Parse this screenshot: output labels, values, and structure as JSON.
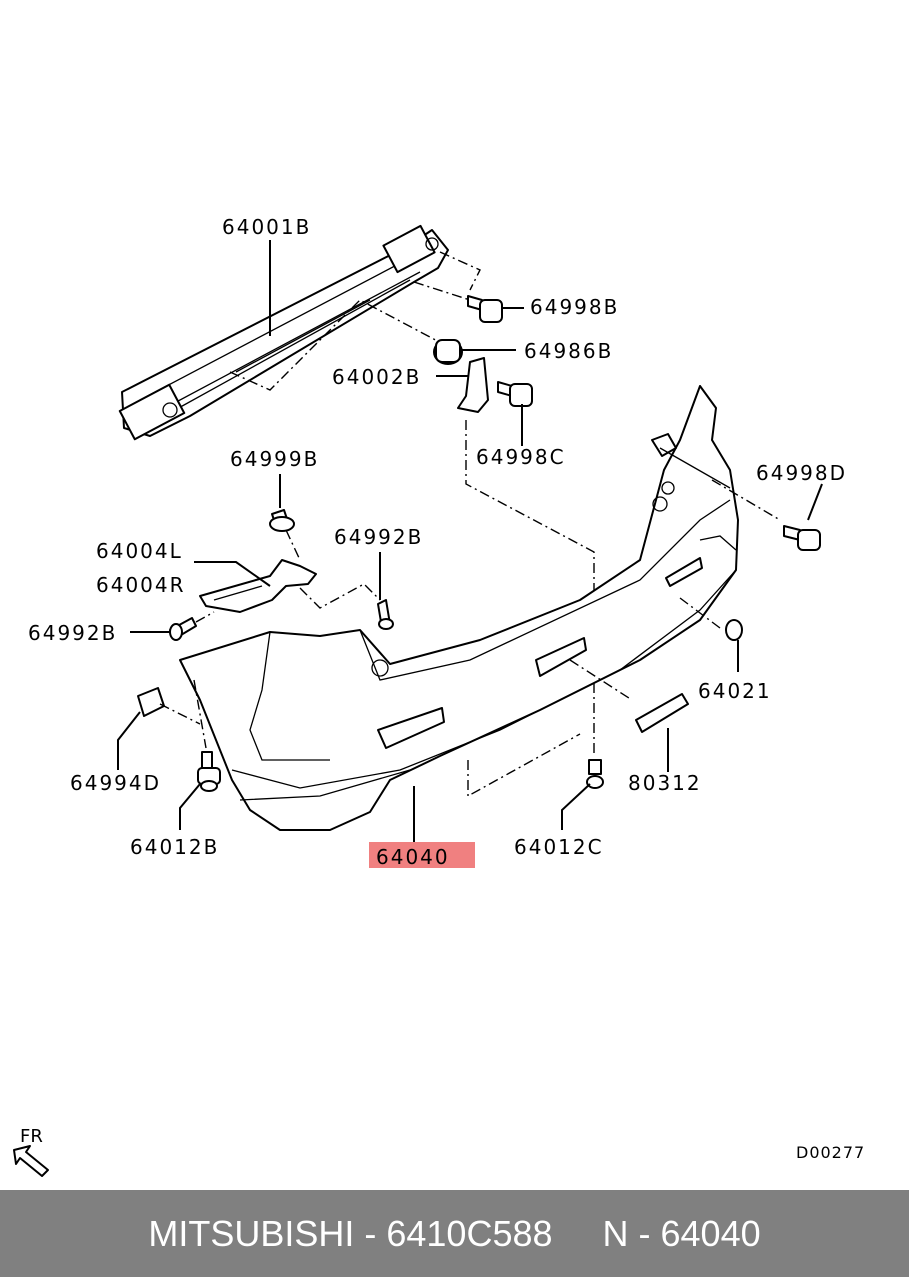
{
  "diagram": {
    "labels": {
      "p64001B": "64001B",
      "p64998B": "64998B",
      "p64986B": "64986B",
      "p64002B": "64002B",
      "p64998C": "64998C",
      "p64999B": "64999B",
      "p64998D": "64998D",
      "p64004L": "64004L",
      "p64004R": "64004R",
      "p64992B_top": "64992B",
      "p64992B_left": "64992B",
      "p64021": "64021",
      "p64994D": "64994D",
      "p80312": "80312",
      "p64012B": "64012B",
      "p64040": "64040",
      "p64012C": "64012C"
    },
    "highlight_color": "#f08080",
    "direction_label": "FR",
    "reference_code": "D00277"
  },
  "footer": {
    "text": "MITSUBISHI - 6410C588     N - 64040",
    "background": "#808080"
  }
}
